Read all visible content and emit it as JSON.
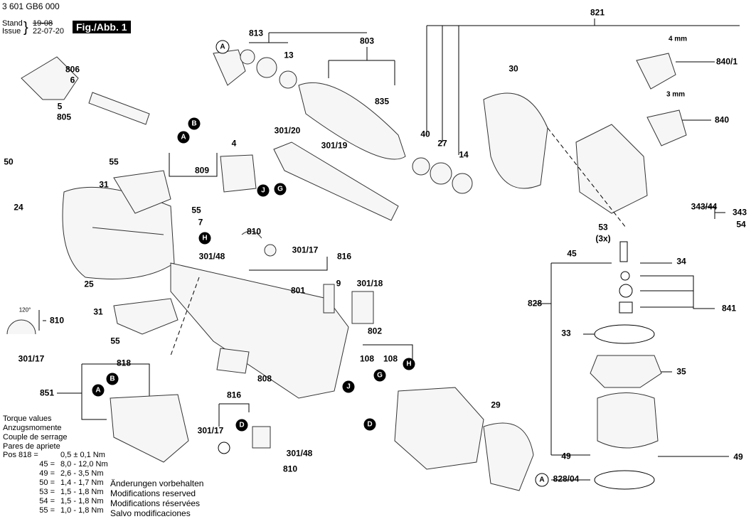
{
  "header": {
    "part_number": "3 601 GB6 000",
    "stand_label": "Stand",
    "issue_label": "Issue",
    "stand_value": "19-08",
    "issue_value": "22-07-20",
    "figure": "Fig./Abb. 1"
  },
  "labels": [
    "821",
    "813",
    "803",
    "13",
    "806",
    "6",
    "5",
    "805",
    "835",
    "30",
    "4 mm",
    "840/1",
    "3 mm",
    "840",
    "40",
    "27",
    "14",
    "301/20",
    "301/19",
    "4",
    "50",
    "55",
    "809",
    "31",
    "24",
    "55",
    "7",
    "343/44",
    "343",
    "54",
    "53",
    "(3x)",
    "810",
    "301/48",
    "301/17",
    "816",
    "45",
    "34",
    "25",
    "9",
    "801",
    "301/18",
    "828",
    "841",
    "120°",
    "810",
    "31",
    "33",
    "55",
    "301/17",
    "802",
    "818",
    "108",
    "108",
    "35",
    "808",
    "851",
    "816",
    "29",
    "301/17",
    "301/48",
    "810",
    "49",
    "49",
    "828/04"
  ],
  "callouts": [
    "A",
    "B",
    "A",
    "J",
    "G",
    "H",
    "B",
    "A",
    "G",
    "H",
    "J",
    "D",
    "D",
    "A"
  ],
  "torque": {
    "titles": [
      "Torque values",
      "Anzugsmomente",
      "Couple de serrage",
      "Pares de apriete"
    ],
    "rows": [
      {
        "pos": "Pos 818 =",
        "value": "0,5 ± 0,1 Nm"
      },
      {
        "pos": "45 =",
        "value": "8,0 - 12,0 Nm"
      },
      {
        "pos": "49 =",
        "value": "2,6 - 3,5 Nm"
      },
      {
        "pos": "50 =",
        "value": "1,4 - 1,7 Nm"
      },
      {
        "pos": "53 =",
        "value": "1,5 - 1,8 Nm"
      },
      {
        "pos": "54 =",
        "value": "1,5 - 1,8 Nm"
      },
      {
        "pos": "55 =",
        "value": "1,0 - 1,8 Nm"
      }
    ]
  },
  "notes": [
    "Änderungen vorbehalten",
    "Modifications reserved",
    "Modifications réservées",
    "Salvo modificaciones"
  ]
}
